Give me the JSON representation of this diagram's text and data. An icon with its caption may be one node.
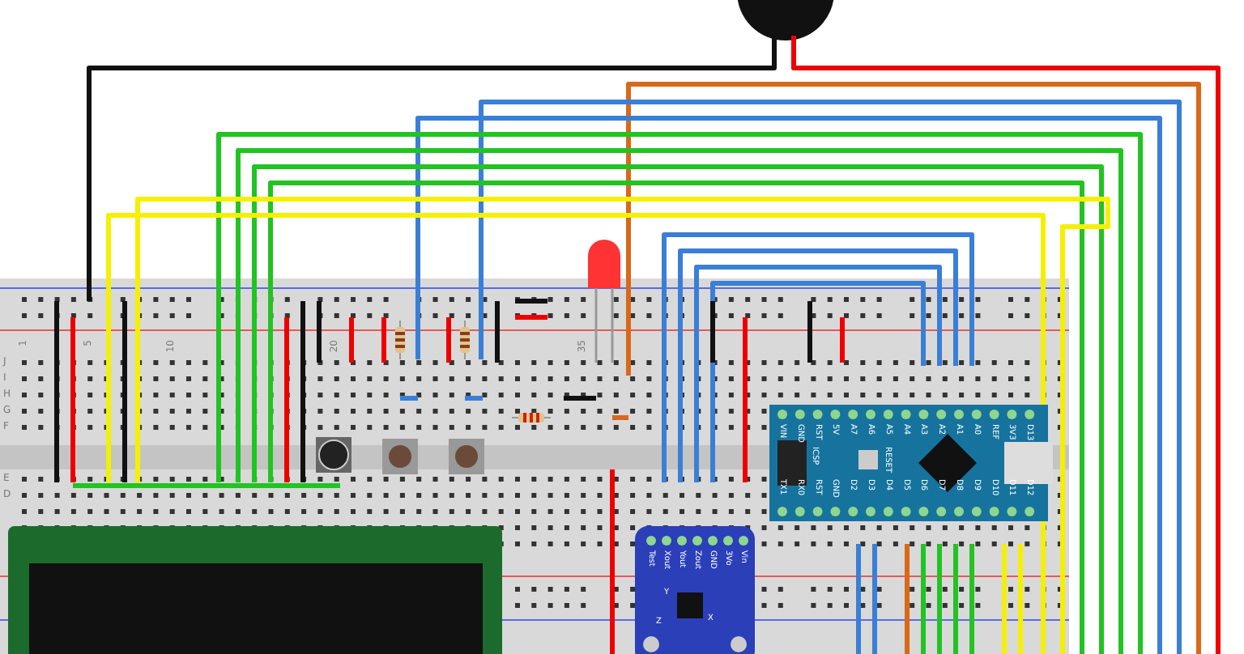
{
  "diagram": {
    "labels": [
      "1",
      "5",
      "10",
      "20",
      "35",
      "J",
      "I",
      "H",
      "G",
      "F",
      "E",
      "D",
      "VIN",
      "GND",
      "RST",
      "5V",
      "A7",
      "A6",
      "A5",
      "A4",
      "A3",
      "A2",
      "A1",
      "A0",
      "REF",
      "3V3",
      "D13",
      "TX1",
      "RX0",
      "RST",
      "GND",
      "D2",
      "D3",
      "D4",
      "D5",
      "D6",
      "D7",
      "D8",
      "D9",
      "D10",
      "D11",
      "D12",
      "Test",
      "Xout",
      "Yout",
      "Zout",
      "GND",
      "3Vo",
      "Vin",
      "Y",
      "X",
      "Z",
      "ICSP",
      "RESET"
    ]
  }
}
